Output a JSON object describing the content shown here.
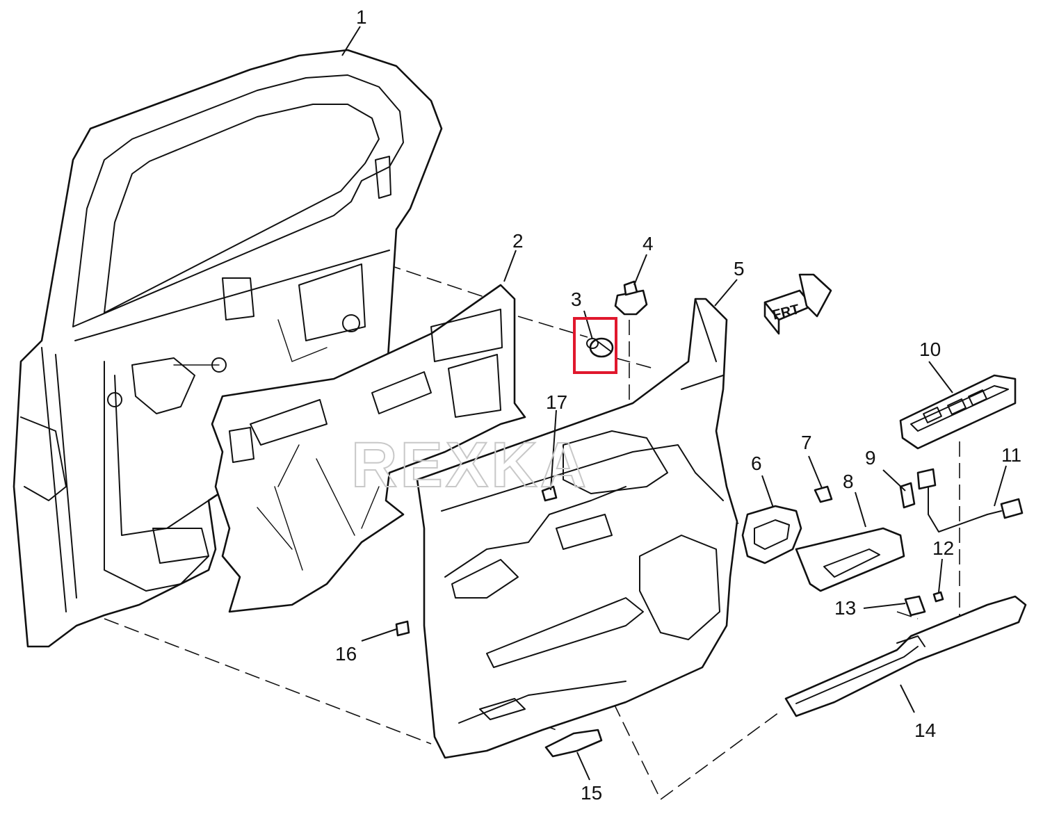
{
  "callouts": [
    {
      "id": "1",
      "label": "1"
    },
    {
      "id": "2",
      "label": "2"
    },
    {
      "id": "3",
      "label": "3"
    },
    {
      "id": "4",
      "label": "4"
    },
    {
      "id": "5",
      "label": "5"
    },
    {
      "id": "6",
      "label": "6"
    },
    {
      "id": "7",
      "label": "7"
    },
    {
      "id": "8",
      "label": "8"
    },
    {
      "id": "9",
      "label": "9"
    },
    {
      "id": "10",
      "label": "10"
    },
    {
      "id": "11",
      "label": "11"
    },
    {
      "id": "12",
      "label": "12"
    },
    {
      "id": "13",
      "label": "13"
    },
    {
      "id": "14",
      "label": "14"
    },
    {
      "id": "15",
      "label": "15"
    },
    {
      "id": "16",
      "label": "16"
    },
    {
      "id": "17",
      "label": "17"
    }
  ],
  "highlighted_part": "3",
  "highlight_color": "#e0182d",
  "front_indicator": {
    "text": "FRT",
    "icon": "front-direction-arrow-icon"
  },
  "watermark": "REXKA"
}
